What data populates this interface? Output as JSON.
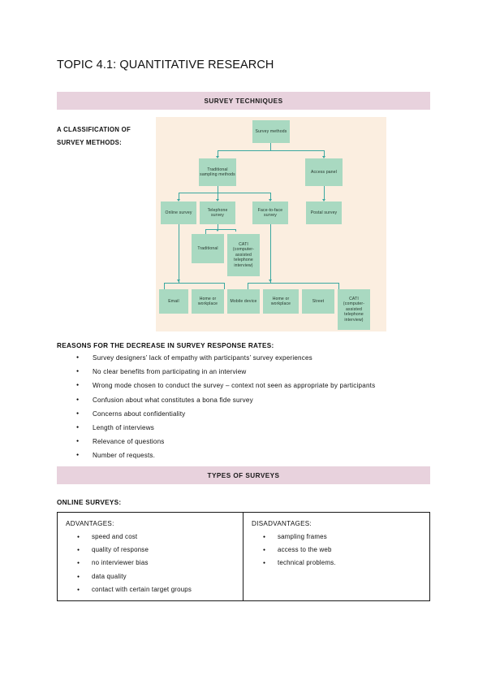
{
  "document": {
    "title": "TOPIC 4.1: QUANTITATIVE RESEARCH"
  },
  "banners": {
    "survey_techniques": "SURVEY TECHNIQUES",
    "types_of_surveys": "TYPES OF SURVEYS"
  },
  "diagram": {
    "side_label_line1": "A CLASSIFICATION OF",
    "side_label_line2": "SURVEY METHODS:",
    "panel_bg": "#fbeee0",
    "node_fill": "#a9d9c1",
    "connector_color": "#3aa8a0",
    "nodes": {
      "root": "Survey methods",
      "level2": [
        "Traditional sampling methods",
        "Access panel"
      ],
      "level3": [
        "Online survey",
        "Telephone survey",
        "Face-to-face survey",
        "Postal survey"
      ],
      "telephone_children": [
        "Traditional",
        "CATI (computer-assisted telephone interview)"
      ],
      "leaves": [
        "Email",
        "Home or workplace",
        "Mobile device",
        "Home or workplace",
        "Street",
        "CATI (computer-assisted telephone interview)"
      ]
    }
  },
  "reasons": {
    "heading": "REASONS FOR THE DECREASE IN SURVEY RESPONSE RATES:",
    "items": [
      "Survey designers’ lack of empathy with participants’ survey experiences",
      "No clear benefits from participating in an interview",
      "Wrong mode chosen to conduct the survey – context not seen as appropriate by participants",
      "Confusion about what constitutes a bona fide survey",
      "Concerns about confidentiality",
      "Length of interviews",
      "Relevance of questions",
      "Number of requests."
    ]
  },
  "online_surveys": {
    "heading": "ONLINE SURVEYS:",
    "advantages": {
      "heading": "ADVANTAGES:",
      "items": [
        "speed and cost",
        "quality of response",
        "no interviewer bias",
        "data quality",
        "contact with certain target groups"
      ]
    },
    "disadvantages": {
      "heading": "DISADVANTAGES:",
      "items": [
        "sampling frames",
        "access to the web",
        "technical problems."
      ]
    }
  }
}
